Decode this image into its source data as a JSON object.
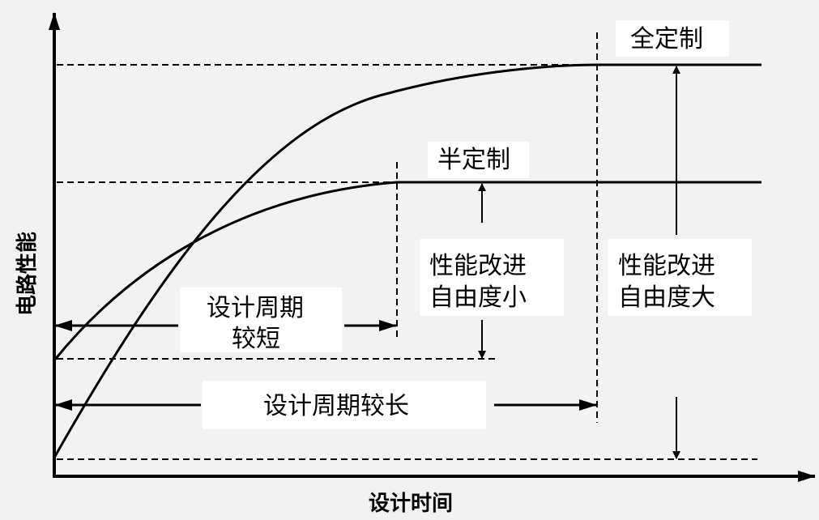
{
  "axes": {
    "y_label": "电路性能",
    "x_label": "设计时间"
  },
  "curves": {
    "full_custom": "全定制",
    "semi_custom": "半定制"
  },
  "annotations": {
    "small_freedom_line1": "性能改进",
    "small_freedom_line2": "自由度小",
    "large_freedom_line1": "性能改进",
    "large_freedom_line2": "自由度大",
    "short_cycle_line1": "设计周期",
    "short_cycle_line2": "较短",
    "long_cycle": "设计周期较长"
  }
}
